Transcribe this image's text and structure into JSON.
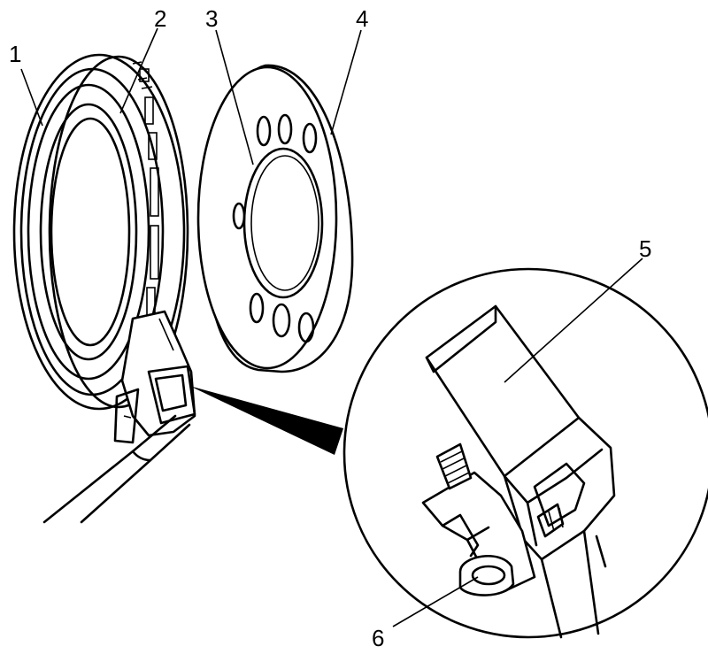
{
  "figure": {
    "callouts": [
      {
        "id": "1",
        "text": "1"
      },
      {
        "id": "2",
        "text": "2"
      },
      {
        "id": "3",
        "text": "3"
      },
      {
        "id": "4",
        "text": "4"
      },
      {
        "id": "5",
        "text": "5"
      },
      {
        "id": "6",
        "text": "6"
      }
    ],
    "colors": {
      "ink": "#000000",
      "paper": "#ffffff"
    }
  }
}
